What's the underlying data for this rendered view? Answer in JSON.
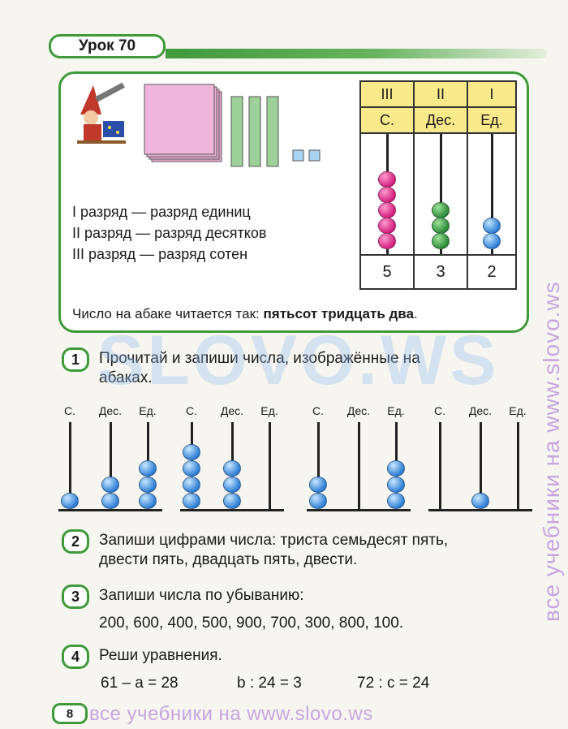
{
  "header": {
    "lesson": "Урок 70"
  },
  "info": {
    "places": [
      "I разряд — разряд единиц",
      "II разряд — разряд десятков",
      "III разряд — разряд сотен"
    ],
    "sentence_prefix": "Число на абаке читается так: ",
    "sentence_bold": "пятьсот тридцать два",
    "sentence_suffix": ".",
    "abacus": {
      "roman": [
        "III",
        "II",
        "I"
      ],
      "labels": [
        "С.",
        "Дес.",
        "Ед."
      ],
      "values": [
        "5",
        "3",
        "2"
      ],
      "beads": [
        5,
        3,
        2
      ],
      "colors": [
        "#d4217f",
        "#2f8a3a",
        "#2f7fd6"
      ]
    }
  },
  "tasks": [
    {
      "num": "1",
      "lines": [
        "Прочитай и запиши числа, изображённые на",
        "абаках."
      ]
    },
    {
      "num": "2",
      "lines": [
        "Запиши цифрами числа: триста семьдесят пять,",
        "двести пять, двадцать пять, двести."
      ]
    },
    {
      "num": "3",
      "lines": [
        "Запиши числа по убыванию:",
        "200, 600, 400, 500, 900, 700, 300, 800, 100."
      ]
    },
    {
      "num": "4",
      "lines": [
        "Реши уравнения."
      ]
    }
  ],
  "small_abaci": [
    {
      "labels": [
        "С.",
        "Дес.",
        "Ед."
      ],
      "beads": [
        1,
        2,
        3
      ]
    },
    {
      "labels": [
        "С.",
        "Дес.",
        "Ед."
      ],
      "beads": [
        4,
        3,
        0
      ]
    },
    {
      "labels": [
        "С.",
        "Дес.",
        "Ед."
      ],
      "beads": [
        2,
        0,
        3
      ]
    },
    {
      "labels": [
        "С.",
        "Дес.",
        "Ед."
      ],
      "beads": [
        0,
        1,
        0
      ]
    }
  ],
  "equations": [
    "61 – a = 28",
    "b : 24 = 3",
    "72 : c = 24"
  ],
  "footer": {
    "page": "8",
    "watermark_bottom": "все учебники на www.slovo.ws",
    "watermark_side": "все учебники на www.slovo.ws",
    "watermark_center": "SLOVO.WS"
  }
}
